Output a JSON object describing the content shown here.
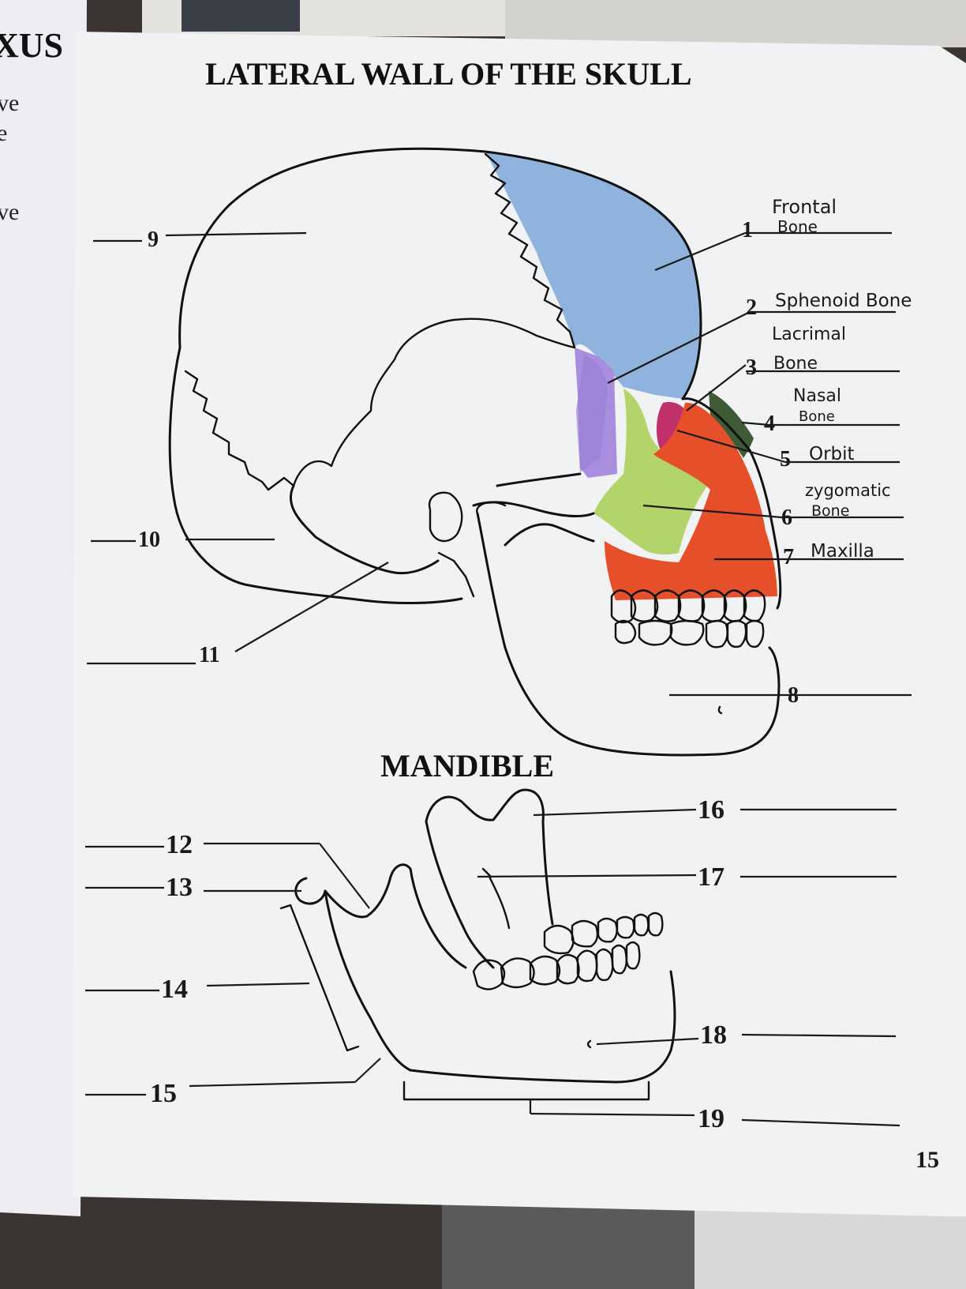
{
  "left_page": {
    "partial_title": "XUS",
    "fragments": [
      "ve",
      "e",
      "ve"
    ]
  },
  "heading": "LATERAL WALL OF THE SKULL",
  "subheading": "MANDIBLE",
  "page_number": "15",
  "skull_labels": [
    {
      "num": "1",
      "answer_line1": "Frontal",
      "answer_line2": "Bone"
    },
    {
      "num": "2",
      "answer_line1": "Sphenoid Bone",
      "answer_line2": ""
    },
    {
      "num": "3",
      "answer_line1": "Lacrimal",
      "answer_line2": "Bone"
    },
    {
      "num": "4",
      "answer_line1": "Nasal",
      "answer_line2": "Bone"
    },
    {
      "num": "5",
      "answer_line1": "Orbit",
      "answer_line2": ""
    },
    {
      "num": "6",
      "answer_line1": "zygomatic",
      "answer_line2": "Bone"
    },
    {
      "num": "7",
      "answer_line1": "Maxilla",
      "answer_line2": ""
    },
    {
      "num": "8",
      "answer_line1": "",
      "answer_line2": ""
    },
    {
      "num": "9",
      "answer_line1": "",
      "answer_line2": ""
    },
    {
      "num": "10",
      "answer_line1": "",
      "answer_line2": ""
    },
    {
      "num": "11",
      "answer_line1": "",
      "answer_line2": ""
    }
  ],
  "mandible_labels": [
    "12",
    "13",
    "14",
    "15",
    "16",
    "17",
    "18",
    "19"
  ],
  "colors": {
    "frontal": "#8fb3dc",
    "sphenoid": "#a98ee0",
    "lacrimal": "#c0306a",
    "nasal": "#3f5a36",
    "zygomatic": "#b3d46a",
    "maxilla": "#e5502a",
    "paper": "#f2f3f5"
  }
}
